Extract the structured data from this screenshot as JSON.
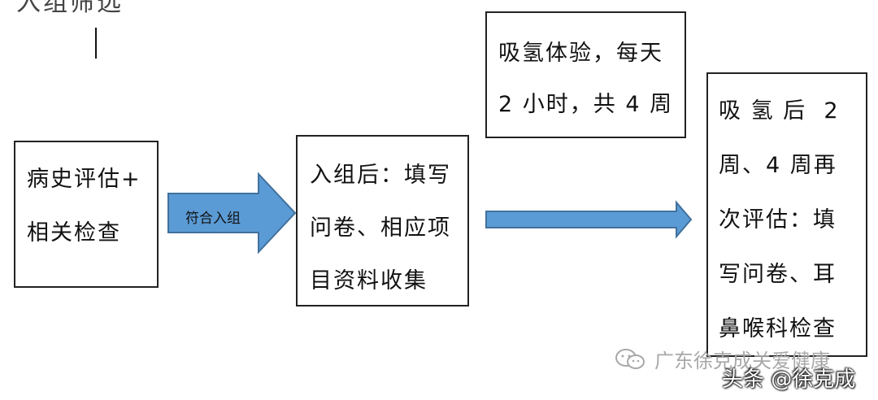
{
  "top_fragment": "入组筛选",
  "boxes": {
    "assessment": {
      "line1": "病史评估+",
      "line2": "相关检查"
    },
    "enrollment": {
      "line1": "入组后：填写",
      "line2": "问卷、相应项",
      "line3": "目资料收集"
    },
    "experience": {
      "line1": "吸氢体验，每天",
      "line2": "2 小时，共 4 周"
    },
    "reassessment": {
      "line1": "吸 氢 后  2",
      "line2": "周、4 周再",
      "line3": "次评估：填",
      "line4": "写问卷、耳",
      "line5": "鼻喉科检查"
    }
  },
  "arrows": {
    "qualify_label": "符合入组"
  },
  "colors": {
    "arrow_fill": "#5b9bd5",
    "arrow_stroke": "#41719c",
    "box_border": "#222222"
  },
  "watermark": {
    "text": "广东徐克成关爱健康",
    "icon": "wechat-icon"
  },
  "credit": "头条 @徐克成"
}
